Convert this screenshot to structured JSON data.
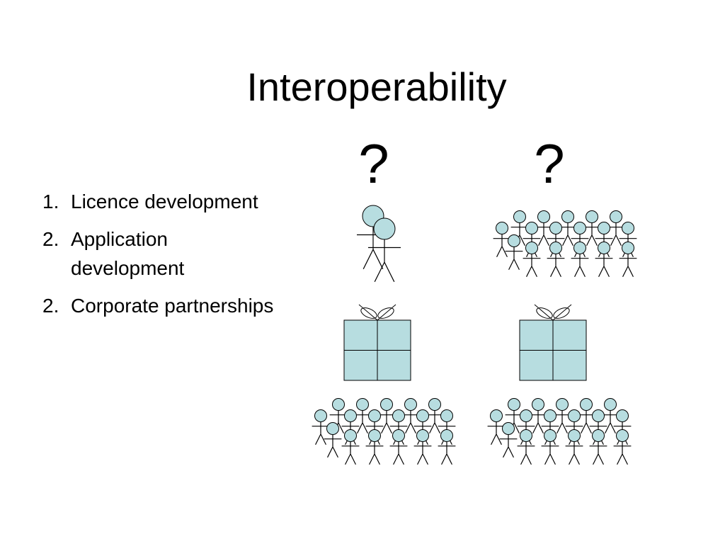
{
  "slide": {
    "title": "Interoperability",
    "question_marks": [
      "?",
      "?"
    ],
    "list_items": [
      {
        "number": "1.",
        "text": "Licence development"
      },
      {
        "number": "2.",
        "text": "Application development"
      },
      {
        "number": "2.",
        "text": "Corporate partnerships"
      }
    ]
  },
  "colors": {
    "figure_fill": "#b7dde0",
    "box_fill": "#b7dde0",
    "stroke": "#000000"
  }
}
